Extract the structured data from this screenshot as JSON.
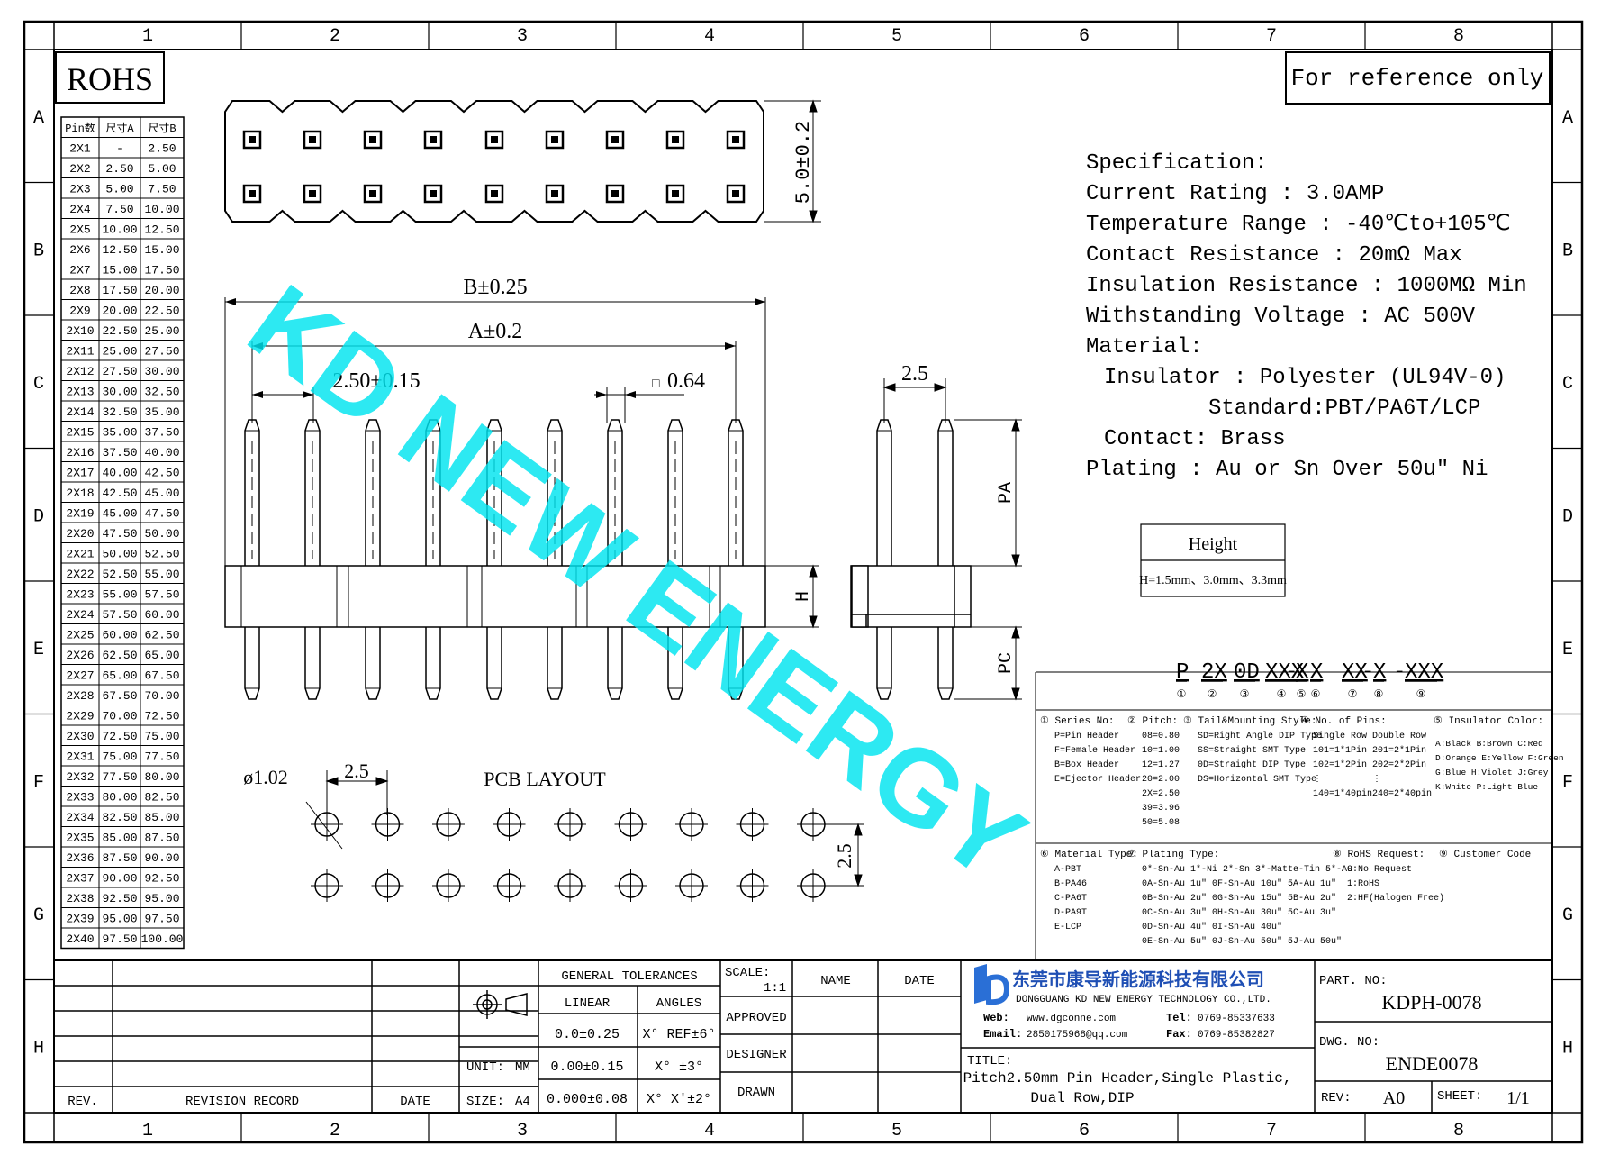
{
  "frame": {
    "columns": [
      "1",
      "2",
      "3",
      "4",
      "5",
      "6",
      "7",
      "8"
    ],
    "rows": [
      "A",
      "B",
      "C",
      "D",
      "E",
      "F",
      "G",
      "H"
    ]
  },
  "rohs": "ROHS",
  "reference_note": "For reference only",
  "watermark": "KD NEW ENERGY",
  "pin_table": {
    "headers": [
      "Pin数",
      "尺寸A",
      "尺寸B"
    ],
    "rows": [
      [
        "2X1",
        "-",
        "2.50"
      ],
      [
        "2X2",
        "2.50",
        "5.00"
      ],
      [
        "2X3",
        "5.00",
        "7.50"
      ],
      [
        "2X4",
        "7.50",
        "10.00"
      ],
      [
        "2X5",
        "10.00",
        "12.50"
      ],
      [
        "2X6",
        "12.50",
        "15.00"
      ],
      [
        "2X7",
        "15.00",
        "17.50"
      ],
      [
        "2X8",
        "17.50",
        "20.00"
      ],
      [
        "2X9",
        "20.00",
        "22.50"
      ],
      [
        "2X10",
        "22.50",
        "25.00"
      ],
      [
        "2X11",
        "25.00",
        "27.50"
      ],
      [
        "2X12",
        "27.50",
        "30.00"
      ],
      [
        "2X13",
        "30.00",
        "32.50"
      ],
      [
        "2X14",
        "32.50",
        "35.00"
      ],
      [
        "2X15",
        "35.00",
        "37.50"
      ],
      [
        "2X16",
        "37.50",
        "40.00"
      ],
      [
        "2X17",
        "40.00",
        "42.50"
      ],
      [
        "2X18",
        "42.50",
        "45.00"
      ],
      [
        "2X19",
        "45.00",
        "47.50"
      ],
      [
        "2X20",
        "47.50",
        "50.00"
      ],
      [
        "2X21",
        "50.00",
        "52.50"
      ],
      [
        "2X22",
        "52.50",
        "55.00"
      ],
      [
        "2X23",
        "55.00",
        "57.50"
      ],
      [
        "2X24",
        "57.50",
        "60.00"
      ],
      [
        "2X25",
        "60.00",
        "62.50"
      ],
      [
        "2X26",
        "62.50",
        "65.00"
      ],
      [
        "2X27",
        "65.00",
        "67.50"
      ],
      [
        "2X28",
        "67.50",
        "70.00"
      ],
      [
        "2X29",
        "70.00",
        "72.50"
      ],
      [
        "2X30",
        "72.50",
        "75.00"
      ],
      [
        "2X31",
        "75.00",
        "77.50"
      ],
      [
        "2X32",
        "77.50",
        "80.00"
      ],
      [
        "2X33",
        "80.00",
        "82.50"
      ],
      [
        "2X34",
        "82.50",
        "85.00"
      ],
      [
        "2X35",
        "85.00",
        "87.50"
      ],
      [
        "2X36",
        "87.50",
        "90.00"
      ],
      [
        "2X37",
        "90.00",
        "92.50"
      ],
      [
        "2X38",
        "92.50",
        "95.00"
      ],
      [
        "2X39",
        "95.00",
        "97.50"
      ],
      [
        "2X40",
        "97.50",
        "100.00"
      ]
    ]
  },
  "dimensions": {
    "width_top": "5.0±0.2",
    "b": "B±0.25",
    "a": "A±0.2",
    "pitch": "2.50±0.15",
    "pin_square": "0.64",
    "pin_square_mark": "□",
    "side_pitch": "2.5",
    "pa": "PA",
    "pc": "PC",
    "h": "H",
    "hole_dia": "ø1.02",
    "pcb_pitch_x": "2.5",
    "pcb_pitch_y": "2.5",
    "pcb_layout": "PCB LAYOUT"
  },
  "spec": {
    "lines": [
      "Specification:",
      "Current Rating : 3.0AMP",
      "Temperature Range : -40℃to+105℃",
      "Contact Resistance : 20mΩ Max",
      "Insulation Resistance : 1000MΩ Min",
      "Withstanding Voltage : AC 500V",
      "Material:",
      "Insulator : Polyester (UL94V-0)",
      "Standard:PBT/PA6T/LCP",
      "Contact: Brass",
      "Plating : Au or Sn Over 50u\" Ni"
    ]
  },
  "height_box": {
    "title": "Height",
    "value": "H=1.5mm、3.0mm、3.3mm"
  },
  "part_code": {
    "segments": [
      "P",
      "2X",
      "0D",
      "XXX",
      "X",
      "X",
      "XX",
      "X",
      "XXX"
    ],
    "dashes": [
      "-",
      "-",
      "-"
    ],
    "circles": [
      "①",
      "②",
      "③",
      "④",
      "⑤",
      "⑥",
      "⑦",
      "⑧",
      "⑨"
    ]
  },
  "legend": {
    "series_title": "① Series No:",
    "series": [
      "P=Pin Header",
      "F=Female Header",
      "B=Box Header",
      "E=Ejector Header"
    ],
    "pitch_title": "② Pitch:",
    "pitch": [
      "08=0.80",
      "10=1.00",
      "12=1.27",
      "20=2.00",
      "2X=2.50",
      "39=3.96",
      "50=5.08"
    ],
    "tail_title": "③ Tail&Mounting Style:",
    "tail": [
      "SD=Right Angle DIP Type",
      "SS=Straight SMT Type",
      "0D=Straight DIP Type",
      "DS=Horizontal SMT Type"
    ],
    "pins_title": "④ No. of Pins:",
    "pins_single": [
      "Single Row",
      "101=1*1Pin",
      "102=1*2Pin",
      "⋮",
      "140=1*40pin"
    ],
    "pins_double": [
      "Double Row",
      "201=2*1Pin",
      "202=2*2Pin",
      "⋮",
      "240=2*40pin"
    ],
    "color_title": "⑤ Insulator Color:",
    "colors": [
      "A:Black  B:Brown  C:Red",
      "D:Orange E:Yellow F:Green",
      "G:Blue  H:Violet J:Grey",
      "K:White  P:Light Blue"
    ],
    "material_title": "⑥ Material Type:",
    "material": [
      "A-PBT",
      "B-PA46",
      "C-PA6T",
      "D-PA9T",
      "E-LCP"
    ],
    "plating_title": "⑦ Plating Type:",
    "plating": [
      "0*-Sn-Au 1*-Ni 2*-Sn 3*-Matte-Tin 5*-Au",
      "0A-Sn-Au 1u\" 0F-Sn-Au 10u\"  5A-Au 1u\"",
      "0B-Sn-Au 2u\" 0G-Sn-Au 15u\"  5B-Au 2u\"",
      "0C-Sn-Au 3u\" 0H-Sn-Au 30u\"  5C-Au 3u\"",
      "0D-Sn-Au 4u\" 0I-Sn-Au 40u\"",
      "0E-Sn-Au 5u\" 0J-Sn-Au 50u\"  5J-Au 50u\""
    ],
    "rohs_title": "⑧ RoHS Request:",
    "rohs": [
      "0:No Request",
      "1:RoHS",
      "2:HF(Halogen Free)"
    ],
    "customer_title": "⑨ Customer Code"
  },
  "title_block": {
    "rev_label": "REV.",
    "revision_record": "REVISION RECORD",
    "date_label": "DATE",
    "size_label": "SIZE:",
    "size_value": "A4",
    "unit_label": "UNIT:",
    "unit_value": "MM",
    "general_tolerances": "GENERAL TOLERANCES",
    "linear": "LINEAR",
    "angles": "ANGLES",
    "tol_linear": [
      "0.0±0.25",
      "0.00±0.15",
      "0.000±0.08"
    ],
    "tol_angles": [
      "X° REF±6°",
      "X° ±3°",
      "X° X'±2°"
    ],
    "scale_label": "SCALE:",
    "scale_value": "1:1",
    "name_label": "NAME",
    "date2_label": "DATE",
    "approved": "APPROVED",
    "designer": "DESIGNER",
    "drawn": "DRAWN",
    "company_cn": "东莞市康导新能源科技有限公司",
    "company_en": "DONGGUANG KD NEW ENERGY TECHNOLOGY CO.,LTD.",
    "web_label": "Web:",
    "web": "www.dgconne.com",
    "tel_label": "Tel:",
    "tel": "0769-85337633",
    "email_label": "Email:",
    "email": "2850175968@qq.com",
    "fax_label": "Fax:",
    "fax": "0769-85382827",
    "title_label": "TITLE:",
    "title_lines": [
      "Pitch2.50mm Pin Header,Single Plastic,",
      "Dual Row,DIP"
    ],
    "part_no_label": "PART. NO:",
    "part_no": "KDPH-0078",
    "dwg_no_label": "DWG. NO:",
    "dwg_no": "ENDE0078",
    "rev2_label": "REV:",
    "rev_value": "A0",
    "sheet_label": "SHEET:",
    "sheet_value": "1/1"
  }
}
